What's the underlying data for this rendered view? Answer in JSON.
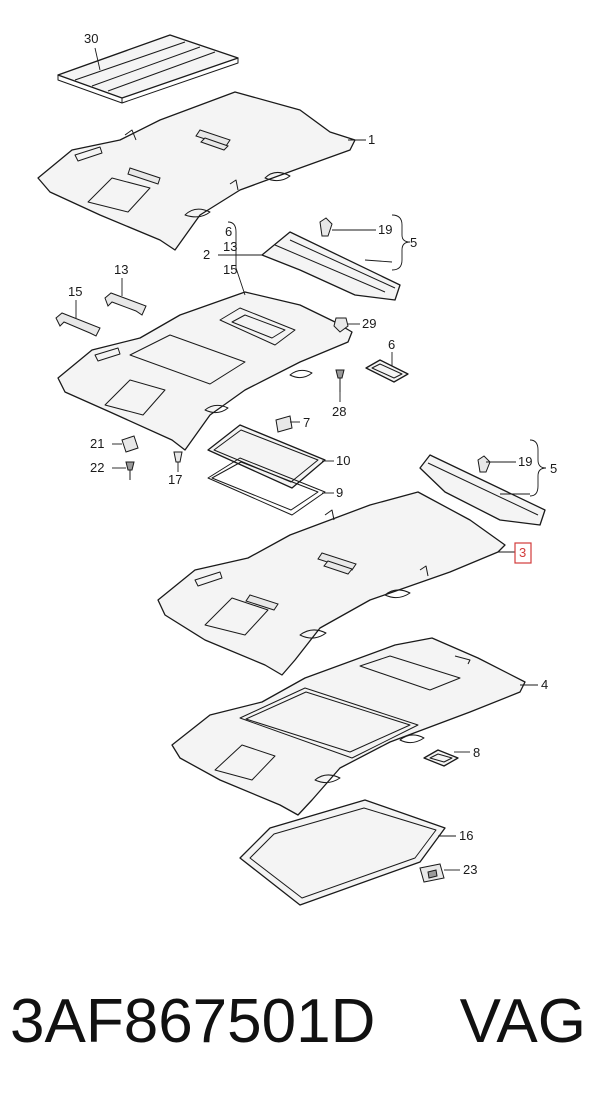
{
  "diagram": {
    "callouts": {
      "c30": "30",
      "c1": "1",
      "c19a": "19",
      "c5a": "5",
      "c6a": "6",
      "c2": "2",
      "c13a": "13",
      "c15a": "15",
      "c13b": "13",
      "c15b": "15",
      "c29": "29",
      "c6b": "6",
      "c28": "28",
      "c7": "7",
      "c21": "21",
      "c22": "22",
      "c17": "17",
      "c10": "10",
      "c9": "9",
      "c19b": "19",
      "c5b": "5",
      "c3": "3",
      "c4": "4",
      "c8": "8",
      "c16": "16",
      "c23": "23"
    },
    "highlight_color": "#d23b3b"
  },
  "footer": {
    "part_number": "3AF867501D",
    "brand": "VAG"
  }
}
